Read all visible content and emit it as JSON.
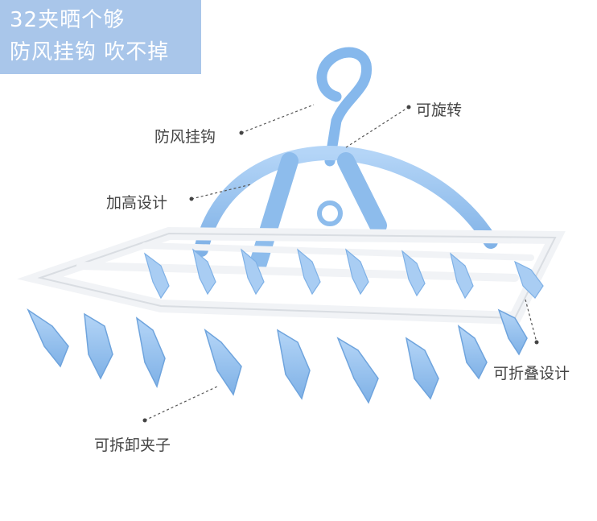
{
  "banner": {
    "line1": "32夹晒个够",
    "line2": "防风挂钩 吹不掉"
  },
  "callouts": {
    "hook": "防风挂钩",
    "rotate": "可旋转",
    "height": "加高设计",
    "fold": "可折叠设计",
    "clips": "可拆卸夹子"
  },
  "colors": {
    "banner_bg": "#a9c6ea",
    "plastic_blue": "#93bfee",
    "frame_white": "#f2f4f7",
    "background": "#ffffff"
  }
}
